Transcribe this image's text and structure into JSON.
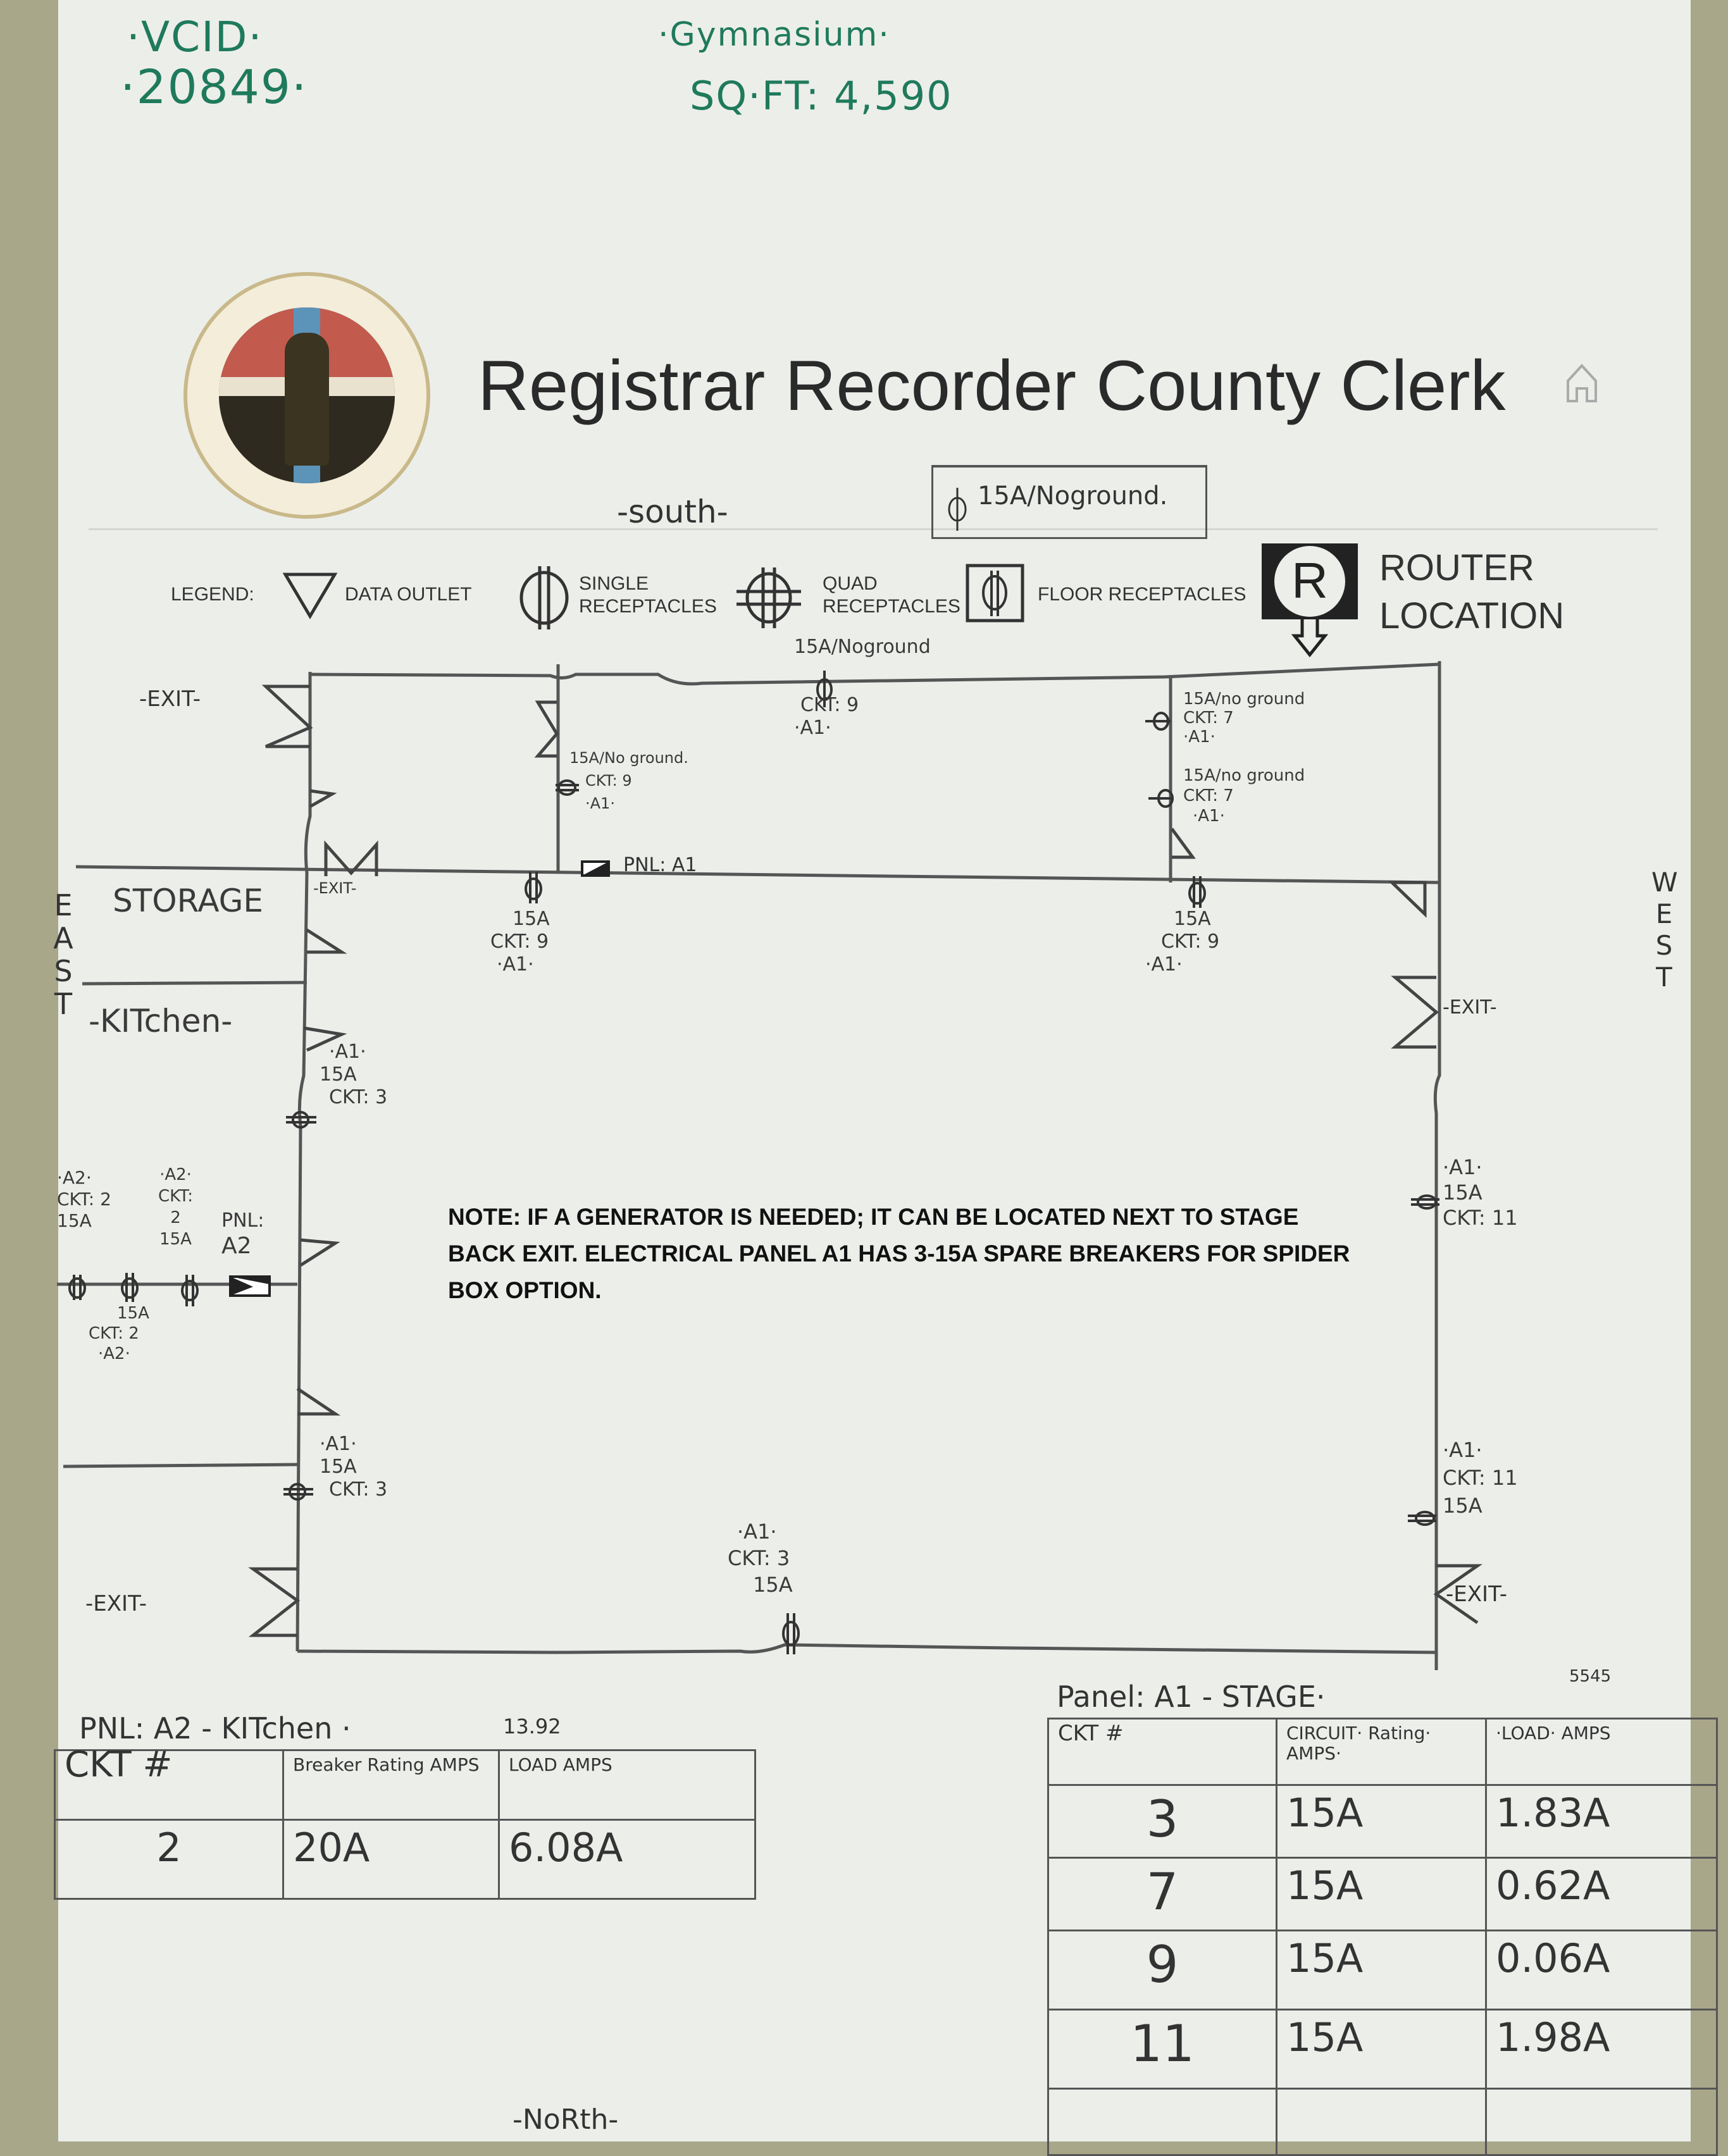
{
  "header": {
    "vcid_label": "·VCID·",
    "vcid_value": "·20849·",
    "location": "·Gymnasium·",
    "sq_ft": "SQ·FT: 4,590",
    "org_title": "Registrar Recorder County Clerk",
    "home_icon": "home-icon",
    "seal": "county-seal-logo"
  },
  "directions": {
    "south": "-south-",
    "north": "-NoRth-",
    "east": [
      "E",
      "A",
      "S",
      "T"
    ],
    "west": [
      "W",
      "E",
      "S",
      "T"
    ]
  },
  "callout": {
    "text": "15A/Noground."
  },
  "legend": {
    "label": "LEGEND:",
    "items": [
      {
        "icon": "data-outlet-icon",
        "label": "DATA OUTLET"
      },
      {
        "icon": "single-receptacle-icon",
        "label": "SINGLE RECEPTACLES"
      },
      {
        "icon": "quad-receptacle-icon",
        "label": "QUAD RECEPTACLES"
      },
      {
        "icon": "floor-receptacle-icon",
        "label": "FLOOR RECEPTACLES"
      }
    ],
    "router": {
      "icon": "router-icon",
      "letter": "R",
      "line1": "ROUTER",
      "line2": "LOCATION"
    }
  },
  "rooms": {
    "storage": "STORAGE",
    "kitchen": "-KITchen-"
  },
  "exits": [
    "-EXIT-",
    "-EXIT-",
    "-EXIT-",
    "-EXIT-",
    "-EXIT-"
  ],
  "annotations": {
    "top_center": [
      "15A/Noground",
      "CKT: 9",
      "·A1·"
    ],
    "inner_left": [
      "15A/No ground.",
      "CKT: 9",
      "·A1·"
    ],
    "panel_a1": "PNL: A1",
    "inner_right_1": [
      "15A/no ground",
      "CKT: 7",
      "·A1·"
    ],
    "inner_right_2": [
      "15A/no ground",
      "CKT: 7",
      "·A1·"
    ],
    "wall_left": [
      "15A",
      "CKT: 9",
      "·A1·"
    ],
    "wall_right": [
      "15A",
      "CKT: 9",
      "·A1·"
    ],
    "east_upper": [
      "·A1·",
      "15A",
      "CKT: 3"
    ],
    "east_lower": [
      "·A1·",
      "15A",
      "CKT: 3"
    ],
    "kitchen_1": [
      "·A2·",
      "CKT: 2",
      "15A"
    ],
    "kitchen_2": [
      "·A2·",
      "CKT:",
      "2",
      "15A"
    ],
    "panel_a2": [
      "PNL:",
      "A2"
    ],
    "kitchen_3": [
      "15A",
      "CKT: 2",
      "·A2·"
    ],
    "west_upper": [
      "·A1·",
      "15A",
      "CKT: 11"
    ],
    "west_lower": [
      "·A1·",
      "CKT: 11",
      "15A"
    ],
    "north_center": [
      "·A1·",
      "CKT: 3",
      "15A"
    ]
  },
  "note": "NOTE: IF A GENERATOR IS NEEDED; IT CAN BE LOCATED NEXT TO STAGE BACK EXIT. ELECTRICAL PANEL A1 HAS 3-15A SPARE BREAKERS FOR SPIDER BOX OPTION.",
  "panel_a2": {
    "title": "PNL: A2 - KITchen ·",
    "total": "13.92",
    "headers": [
      "CKT #",
      "Breaker Rating AMPS",
      "LOAD AMPS"
    ],
    "rows": [
      [
        "2",
        "20A",
        "6.08A"
      ]
    ]
  },
  "panel_a1": {
    "title": "Panel: A1 - STAGE·",
    "total": "5545",
    "headers": [
      "CKT #",
      "CIRCUIT· Rating· AMPS·",
      "·LOAD· AMPS"
    ],
    "rows": [
      [
        "3",
        "15A",
        "1.83A"
      ],
      [
        "7",
        "15A",
        "0.62A"
      ],
      [
        "9",
        "15A",
        "0.06A"
      ],
      [
        "11",
        "15A",
        "1.98A"
      ],
      [
        "",
        "",
        ""
      ]
    ]
  }
}
